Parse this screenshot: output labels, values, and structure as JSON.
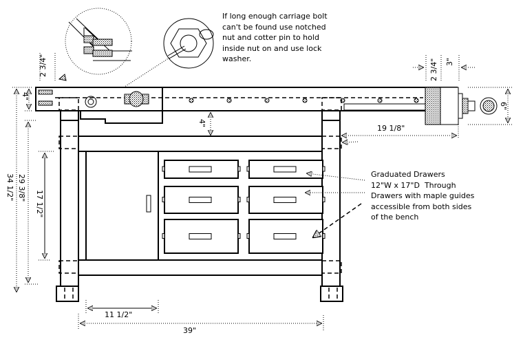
{
  "drawing": {
    "title": "Workbench front elevation",
    "notes": {
      "carriage_bolt_note": "If long enough carriage bolt\ncan't be found use notched\nnut and cotter pin to hold\ninside nut on and use lock\nwasher.",
      "drawers_note": "Graduated Drawers\n12\"W x 17\"D  Through\nDrawers with maple guides\naccessible from both sides\nof the bench"
    },
    "dimensions": {
      "top_thickness_left": "2 3/4\"",
      "top_apron_left": "4\"",
      "apron_gap": "4\"",
      "top_thickness_right": "2 3/4\"",
      "vise_jaw": "3\"",
      "vise_height": "6\"",
      "vise_screw_length": "19 1/8\"",
      "bench_height": "34 1/2\"",
      "base_height": "29 3/8\"",
      "cabinet_height": "17 1/2\"",
      "door_width": "11 1/2\"",
      "bench_length": "39\""
    },
    "parts": {
      "drawers_count": 6,
      "drawer_columns": 2,
      "drawer_rows": 3
    }
  }
}
